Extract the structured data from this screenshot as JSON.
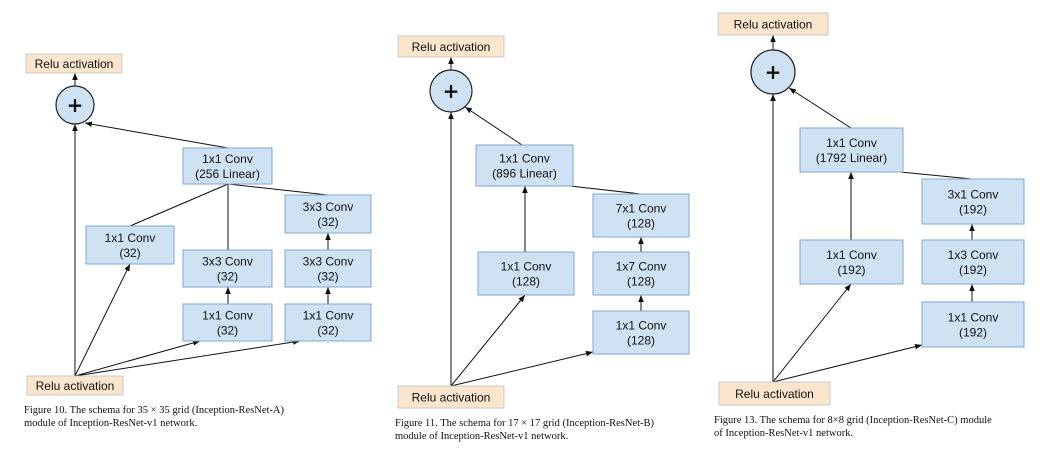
{
  "figures": [
    {
      "id": "inception-resnet-a",
      "nodes": {
        "relu_top": [
          "Relu activation"
        ],
        "plus": [
          "+"
        ],
        "conv_out": [
          "1x1 Conv",
          "(256 Linear)"
        ],
        "b1_c1": [
          "1x1 Conv",
          "(32)"
        ],
        "b2_c1": [
          "1x1 Conv",
          "(32)"
        ],
        "b2_c2": [
          "3x3 Conv",
          "(32)"
        ],
        "b3_c1": [
          "1x1 Conv",
          "(32)"
        ],
        "b3_c2": [
          "3x3 Conv",
          "(32)"
        ],
        "b3_c3": [
          "3x3 Conv",
          "(32)"
        ],
        "relu_bottom": [
          "Relu activation"
        ]
      },
      "caption": [
        "Figure 10. The schema for 35 × 35 grid (Inception-ResNet-A)",
        "module of Inception-ResNet-v1 network."
      ]
    },
    {
      "id": "inception-resnet-b",
      "nodes": {
        "relu_top": [
          "Relu activation"
        ],
        "plus": [
          "+"
        ],
        "conv_out": [
          "1x1 Conv",
          "(896 Linear)"
        ],
        "b1_c1": [
          "1x1 Conv",
          "(128)"
        ],
        "b2_c1": [
          "1x1 Conv",
          "(128)"
        ],
        "b2_c2": [
          "1x7 Conv",
          "(128)"
        ],
        "b2_c3": [
          "7x1 Conv",
          "(128)"
        ],
        "relu_bottom": [
          "Relu activation"
        ]
      },
      "caption": [
        "Figure 11. The schema for 17 × 17 grid (Inception-ResNet-B)",
        "module of Inception-ResNet-v1 network."
      ]
    },
    {
      "id": "inception-resnet-c",
      "nodes": {
        "relu_top": [
          "Relu activation"
        ],
        "plus": [
          "+"
        ],
        "conv_out": [
          "1x1 Conv",
          "(1792 Linear)"
        ],
        "b1_c1": [
          "1x1 Conv",
          "(192)"
        ],
        "b2_c1": [
          "1x1 Conv",
          "(192)"
        ],
        "b2_c2": [
          "1x3 Conv",
          "(192)"
        ],
        "b2_c3": [
          "3x1 Conv",
          "(192)"
        ],
        "relu_bottom": [
          "Relu activation"
        ]
      },
      "caption": [
        "Figure 13. The schema for 8×8 grid (Inception-ResNet-C) module",
        "of Inception-ResNet-v1 network."
      ]
    }
  ]
}
